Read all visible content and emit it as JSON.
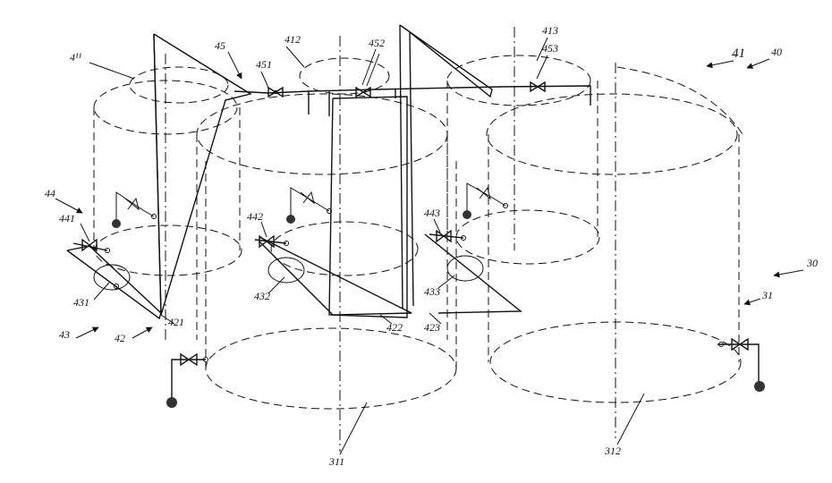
{
  "labels": {
    "l40": "40",
    "l41_top": "41",
    "l411": "4¹¹",
    "l412": "412",
    "l413": "413",
    "l45": "45",
    "l451": "451",
    "l452": "452",
    "l453": "453",
    "l44": "44",
    "l441": "441",
    "l442": "442",
    "l443": "443",
    "l431": "431",
    "l432": "432",
    "l433": "433",
    "l43": "43",
    "l42": "42",
    "l421": "421",
    "l422": "422",
    "l423": "423",
    "l30": "30",
    "l31": "31",
    "l311": "311",
    "l312": "312"
  }
}
